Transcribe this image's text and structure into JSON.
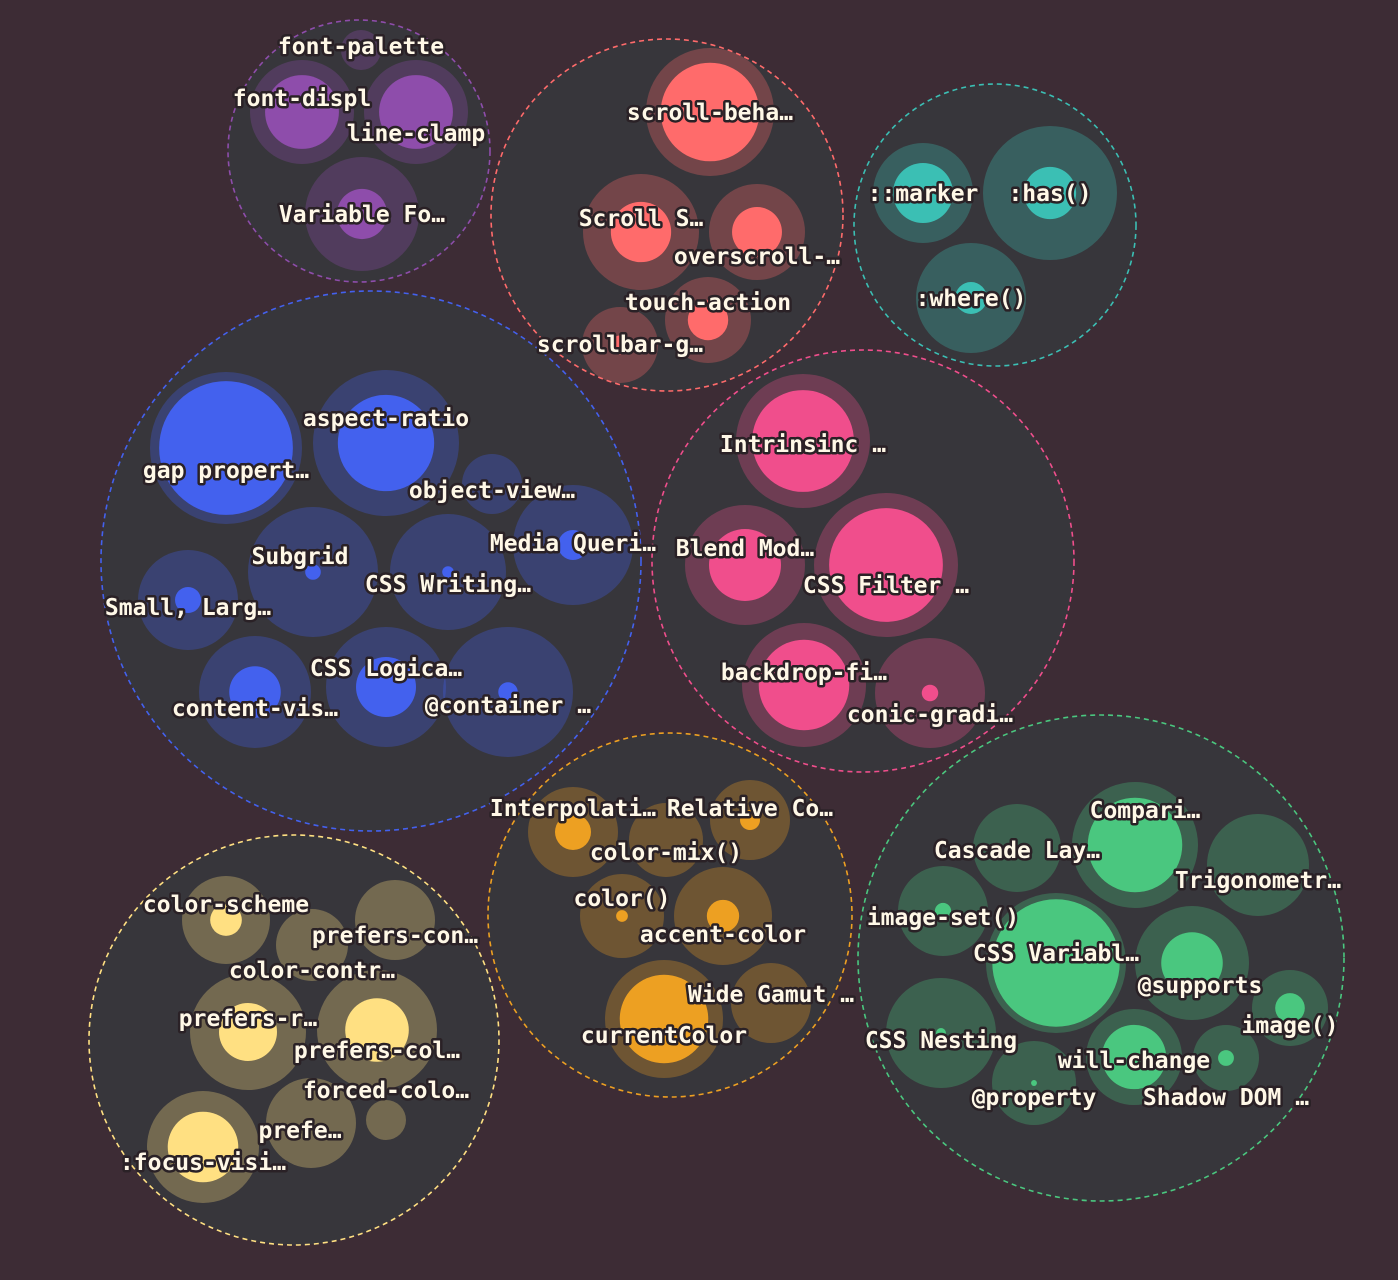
{
  "background": "#3d2c35",
  "group_fill": "#37363b",
  "label_color": "#fff8e7",
  "groups": [
    {
      "color": "#8e4dab",
      "items": [
        {
          "label": "font-palette",
          "fill": 0.0
        },
        {
          "label": "font-displ",
          "fill": 0.71
        },
        {
          "label": "line-clamp",
          "fill": 0.71
        },
        {
          "label": "Variable Fo…",
          "fill": 0.44
        }
      ]
    },
    {
      "color": "#ff6b6b",
      "items": [
        {
          "label": "scroll-beha…",
          "fill": 0.77
        },
        {
          "label": "Scroll S…",
          "fill": 0.52
        },
        {
          "label": "overscroll-…",
          "fill": 0.52
        },
        {
          "label": "touch-action",
          "fill": 0.47
        },
        {
          "label": "scrollbar-g…",
          "fill": 0.25
        }
      ]
    },
    {
      "color": "#3bbfb4",
      "items": [
        {
          "label": "::marker",
          "fill": 0.6
        },
        {
          "label": ":has()",
          "fill": 0.39
        },
        {
          "label": ":where()",
          "fill": 0.29
        }
      ]
    },
    {
      "color": "#4361ee",
      "items": [
        {
          "label": "gap propert…",
          "fill": 0.88
        },
        {
          "label": "aspect-ratio",
          "fill": 0.66
        },
        {
          "label": "object-view…",
          "fill": 0.0
        },
        {
          "label": "Media Queri…",
          "fill": 0.25
        },
        {
          "label": "Subgrid",
          "fill": 0.12
        },
        {
          "label": "CSS Writing…",
          "fill": 0.1
        },
        {
          "label": "Small, Larg…",
          "fill": 0.26
        },
        {
          "label": "content-vis…",
          "fill": 0.46
        },
        {
          "label": "CSS Logica…",
          "fill": 0.5
        },
        {
          "label": "@container …",
          "fill": 0.15
        }
      ]
    },
    {
      "color": "#f04e8c",
      "items": [
        {
          "label": "Intrinsinc …",
          "fill": 0.76
        },
        {
          "label": "Blend Mod…",
          "fill": 0.6
        },
        {
          "label": "CSS Filter …",
          "fill": 0.79
        },
        {
          "label": "backdrop-fi…",
          "fill": 0.73
        },
        {
          "label": "conic-gradi…",
          "fill": 0.15
        }
      ]
    },
    {
      "color": "#eda022",
      "items": [
        {
          "label": "Interpolati…",
          "fill": 0.4
        },
        {
          "label": "color-mix()",
          "fill": 0.0
        },
        {
          "label": "Relative Co…",
          "fill": 0.25
        },
        {
          "label": "color()",
          "fill": 0.14
        },
        {
          "label": "accent-color",
          "fill": 0.33
        },
        {
          "label": "currentColor",
          "fill": 0.75
        },
        {
          "label": "Wide Gamut …",
          "fill": 0.0
        }
      ]
    },
    {
      "color": "#ffe082",
      "items": [
        {
          "label": "color-scheme",
          "fill": 0.36
        },
        {
          "label": "color-contr…",
          "fill": 0.0
        },
        {
          "label": "prefers-con…",
          "fill": 0.0
        },
        {
          "label": "prefers-r…",
          "fill": 0.5
        },
        {
          "label": "prefers-col…",
          "fill": 0.53
        },
        {
          "label": ":focus-visi…",
          "fill": 0.63
        },
        {
          "label": "prefe…",
          "fill": 0.0
        },
        {
          "label": "forced-colo…",
          "fill": 0.0
        }
      ]
    },
    {
      "color": "#4ac77f",
      "items": [
        {
          "label": "Cascade Lay…",
          "fill": 0.0
        },
        {
          "label": "Compari…",
          "fill": 0.75
        },
        {
          "label": "Trigonometr…",
          "fill": 0.0
        },
        {
          "label": "image-set()",
          "fill": 0.18
        },
        {
          "label": "CSS Variabl…",
          "fill": 0.91
        },
        {
          "label": "@supports",
          "fill": 0.54
        },
        {
          "label": "image()",
          "fill": 0.39
        },
        {
          "label": "CSS Nesting",
          "fill": 0.09
        },
        {
          "label": "@property",
          "fill": 0.07
        },
        {
          "label": "will-change",
          "fill": 0.67
        },
        {
          "label": "Shadow DOM …",
          "fill": 0.24
        }
      ]
    }
  ]
}
